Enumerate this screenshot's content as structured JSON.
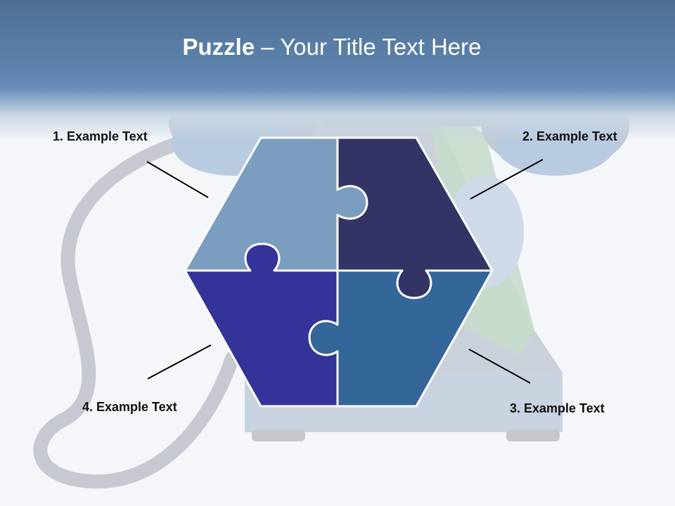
{
  "slide": {
    "title_bold": "Puzzle",
    "title_rest": " – Your Title Text Here"
  },
  "labels": [
    {
      "text": "1. Example Text"
    },
    {
      "text": "2. Example Text"
    },
    {
      "text": "3. Example Text"
    },
    {
      "text": "4. Example Text"
    }
  ],
  "colors": {
    "header": "#5a81aa",
    "piece_top_left": "#7b9dbf",
    "piece_top_right": "#343366",
    "piece_bottom_right": "#336699",
    "piece_bottom_left": "#333399"
  }
}
